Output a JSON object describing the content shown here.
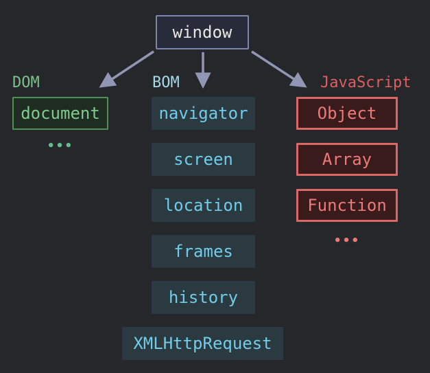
{
  "root": {
    "label": "window"
  },
  "groups": {
    "dom": {
      "label": "DOM",
      "items": [
        "document"
      ],
      "ellipsis": "•••"
    },
    "bom": {
      "label": "BOM",
      "items": [
        "navigator",
        "screen",
        "location",
        "frames",
        "history",
        "XMLHttpRequest"
      ]
    },
    "js": {
      "label": "JavaScript",
      "items": [
        "Object",
        "Array",
        "Function"
      ],
      "ellipsis": "•••"
    }
  },
  "colors": {
    "background": "#25272b",
    "window_border": "#7e87ab",
    "window_bg": "#272b3a",
    "window_text": "#e9e7e2",
    "arrow": "#9096b4",
    "dom_label": "#79c289",
    "dom_border": "#4f9059",
    "dom_bg": "#1f2c22",
    "dom_text": "#80ca8e",
    "dom_ellipsis": "#5fc08d",
    "bom_label": "#a5dae6",
    "bom_bg": "#2b3a40",
    "bom_text": "#70cce8",
    "js_label": "#e25e5e",
    "js_border": "#da6868",
    "js_bg": "#3a1b1b",
    "js_text": "#ee7979"
  }
}
